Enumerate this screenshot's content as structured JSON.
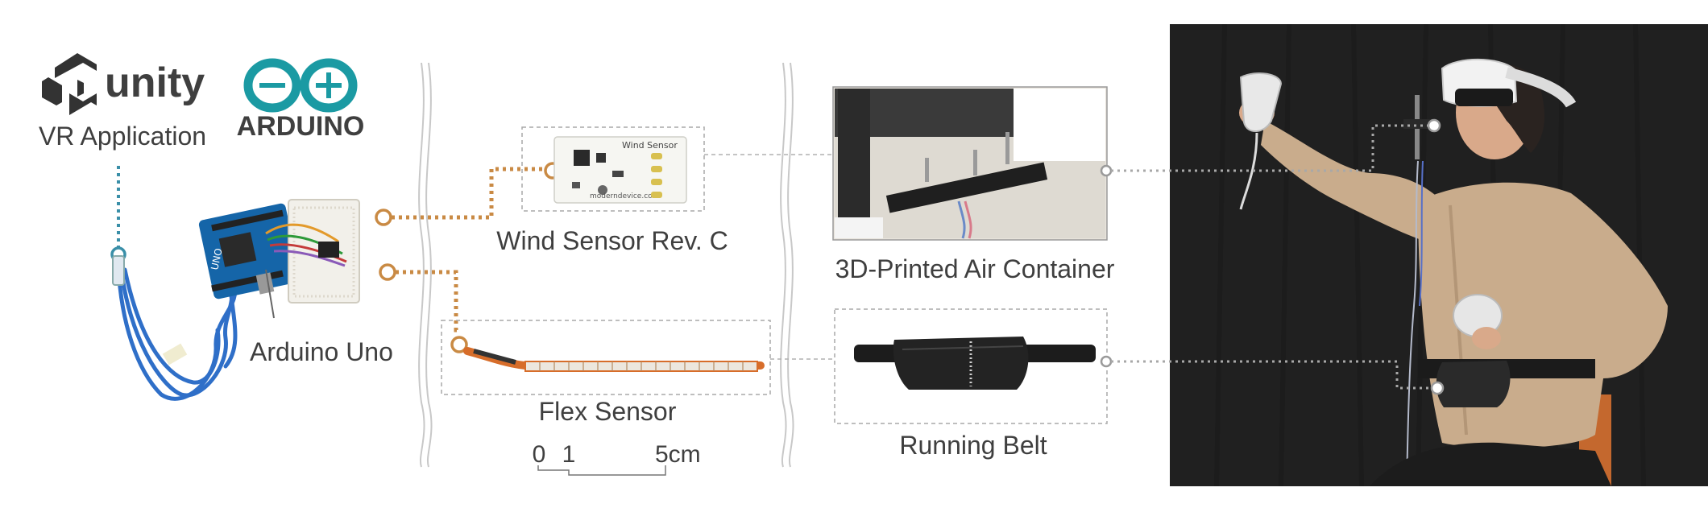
{
  "logos": {
    "unity_text": "unity",
    "arduino_text": "ARDUINO"
  },
  "labels": {
    "vr_application": "VR Application",
    "arduino_uno": "Arduino Uno",
    "wind_sensor": "Wind Sensor Rev. C",
    "flex_sensor": "Flex Sensor",
    "air_container": "3D-Printed Air Container",
    "running_belt": "Running Belt"
  },
  "scale_bar": {
    "tick_0": "0",
    "tick_1": "1",
    "tick_5": "5cm"
  },
  "photo_text": {
    "wind_board_title": "Wind Sensor",
    "wind_board_sub": "moderndevice.com",
    "uno_text": "UNO"
  },
  "colors": {
    "usb_connector": "#3a8fa8",
    "sensor_connector": "#c98a44",
    "photo_connector": "#9a9a9a",
    "usb_cable": "#2f6fc8",
    "photo_background": "#202020"
  }
}
